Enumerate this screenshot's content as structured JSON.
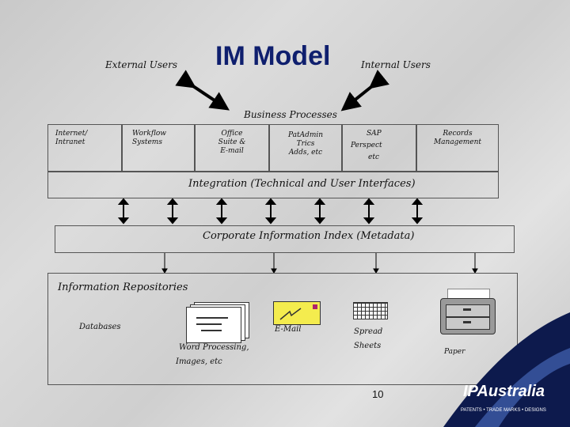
{
  "title": "IM Model",
  "external_users": "External Users",
  "internal_users": "Internal Users",
  "business_processes": "Business Processes",
  "processes": {
    "internet": [
      "Internet/",
      "Intranet"
    ],
    "workflow": [
      "Workflow",
      "Systems"
    ],
    "office": [
      "Office",
      "Suite &",
      "E-mail"
    ],
    "patadmin": [
      "PatAdmin",
      "Trics",
      "Adds, etc"
    ],
    "sap": [
      "SAP",
      "Perspect",
      "etc"
    ],
    "records": [
      "Records",
      "Management"
    ]
  },
  "integration": "Integration (Technical and User Interfaces)",
  "corporate_index": "Corporate Information Index (Metadata)",
  "repositories": {
    "title": "Information Repositories",
    "databases": "Databases",
    "word_processing": "Word Processing,",
    "images": "Images, etc",
    "email": "E-Mail",
    "spread": "Spread",
    "sheets": "Sheets",
    "paper": "Paper"
  },
  "page_number": "10",
  "brand": {
    "logo": "IPAustralia",
    "tagline": "PATENTS • TRADE MARKS • DESIGNS"
  },
  "colors": {
    "title": "#0f1f6e",
    "brand_navy": "#0d1a4d",
    "brand_light": "#3d5ba8"
  }
}
